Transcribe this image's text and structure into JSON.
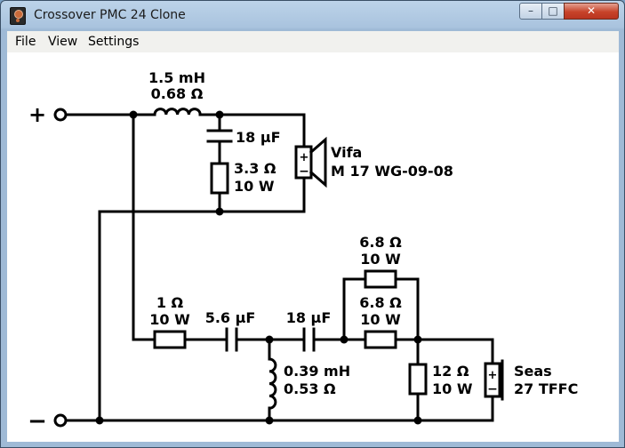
{
  "window": {
    "title": "Crossover PMC 24 Clone",
    "buttons": {
      "minimize_glyph": "–",
      "maximize_glyph": "□",
      "close_glyph": "✕"
    }
  },
  "menu": {
    "items": [
      "File",
      "View",
      "Settings"
    ]
  },
  "schematic": {
    "terminal_plus": "+",
    "terminal_minus": "−",
    "inductor1": {
      "value": "1.5 mH",
      "resistance": "0.68 Ω"
    },
    "capacitor1": {
      "value": "18 µF"
    },
    "resistor1": {
      "value": "3.3 Ω",
      "power": "10 W"
    },
    "woofer": {
      "brand": "Vifa",
      "model": "M 17 WG-09-08"
    },
    "resistor_top": {
      "value": "6.8 Ω",
      "power": "10 W"
    },
    "resistor_mid": {
      "value": "6.8 Ω",
      "power": "10 W"
    },
    "resistor_series": {
      "value": "1 Ω",
      "power": "10 W"
    },
    "capacitor2": {
      "value": "5.6 µF"
    },
    "capacitor3": {
      "value": "18 µF"
    },
    "inductor2": {
      "value": "0.39 mH",
      "resistance": "0.53 Ω"
    },
    "resistor_shunt": {
      "value": "12 Ω",
      "power": "10 W"
    },
    "tweeter": {
      "brand": "Seas",
      "model": "27 TFFC"
    },
    "speaker_plus": "+",
    "speaker_minus": "−"
  }
}
